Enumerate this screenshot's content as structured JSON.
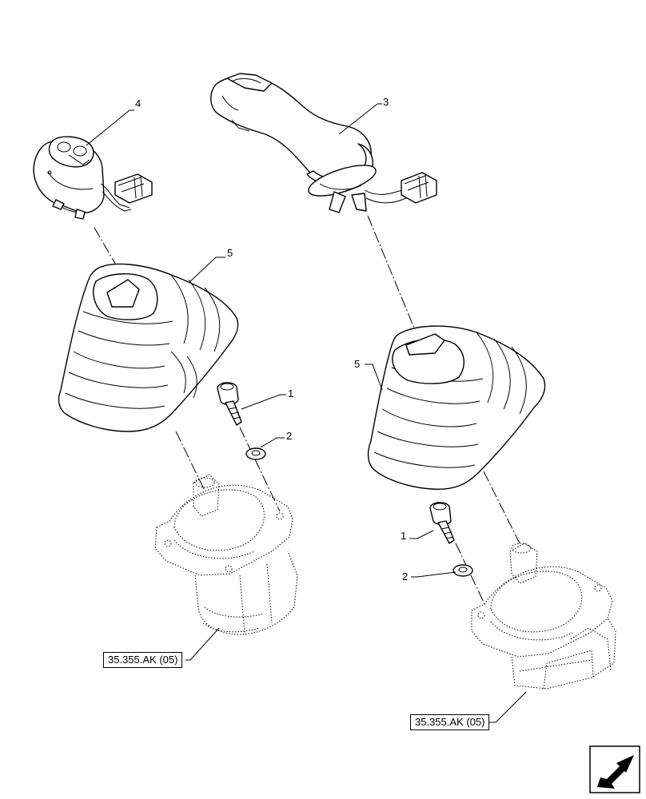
{
  "callouts": {
    "c4": "4",
    "c3": "3",
    "c5_left": "5",
    "c5_right": "5",
    "c1_left": "1",
    "c2_left": "2",
    "c1_right": "1",
    "c2_right": "2"
  },
  "references": {
    "left": "35.355.AK (05)",
    "right": "35.355.AK (05)"
  },
  "icons": {
    "navigation": "arrow-nav-icon"
  }
}
